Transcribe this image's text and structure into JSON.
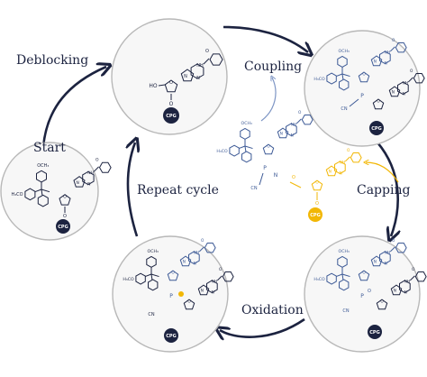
{
  "steps": {
    "deblocking": "Deblocking",
    "coupling": "Coupling",
    "capping": "Capping",
    "oxidation": "Oxidation",
    "repeat": "Repeat cycle",
    "start": "Start"
  },
  "atoms": {
    "och3": "OCH₃",
    "h3co": "H₃CO",
    "o": "O",
    "n": "N",
    "nh": "NH",
    "h": "H",
    "p": "P",
    "cn": "CN",
    "ho": "HO",
    "cpg": "CPG"
  },
  "colors": {
    "navy": "#1c2340",
    "blue": "#3d5a96",
    "gold": "#f2b705",
    "circle_stroke": "#b8b8b8",
    "circle_fill": "#f7f7f7"
  }
}
